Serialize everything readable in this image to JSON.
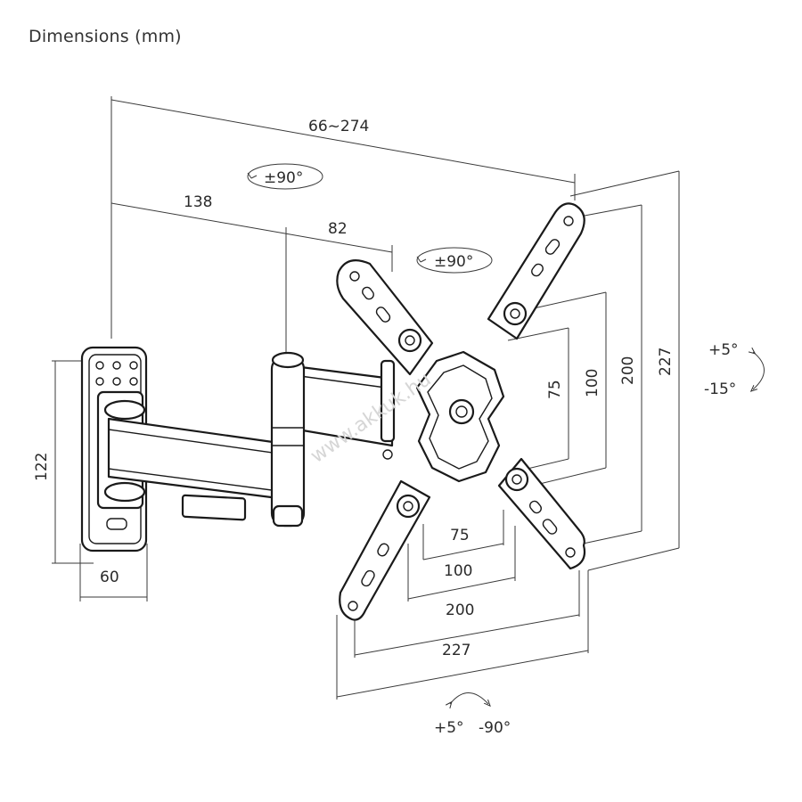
{
  "title": "Dimensions (mm)",
  "dimensions": {
    "arm_reach": "66~274",
    "arm_length": "138",
    "arm_segment": "82",
    "wall_plate_height": "122",
    "wall_plate_width": "60",
    "vesa_v_75": "75",
    "vesa_v_100": "100",
    "vesa_v_200": "200",
    "plate_height": "227",
    "vesa_h_75": "75",
    "vesa_h_100": "100",
    "vesa_h_200": "200",
    "plate_width": "227"
  },
  "rotations": {
    "swivel_arm": "±90°",
    "swivel_head": "±90°",
    "tilt_up": "+5°",
    "tilt_down": "-15°",
    "level_left": "+5°",
    "level_right": "-90°"
  },
  "watermark": "www.akkuk.hu"
}
